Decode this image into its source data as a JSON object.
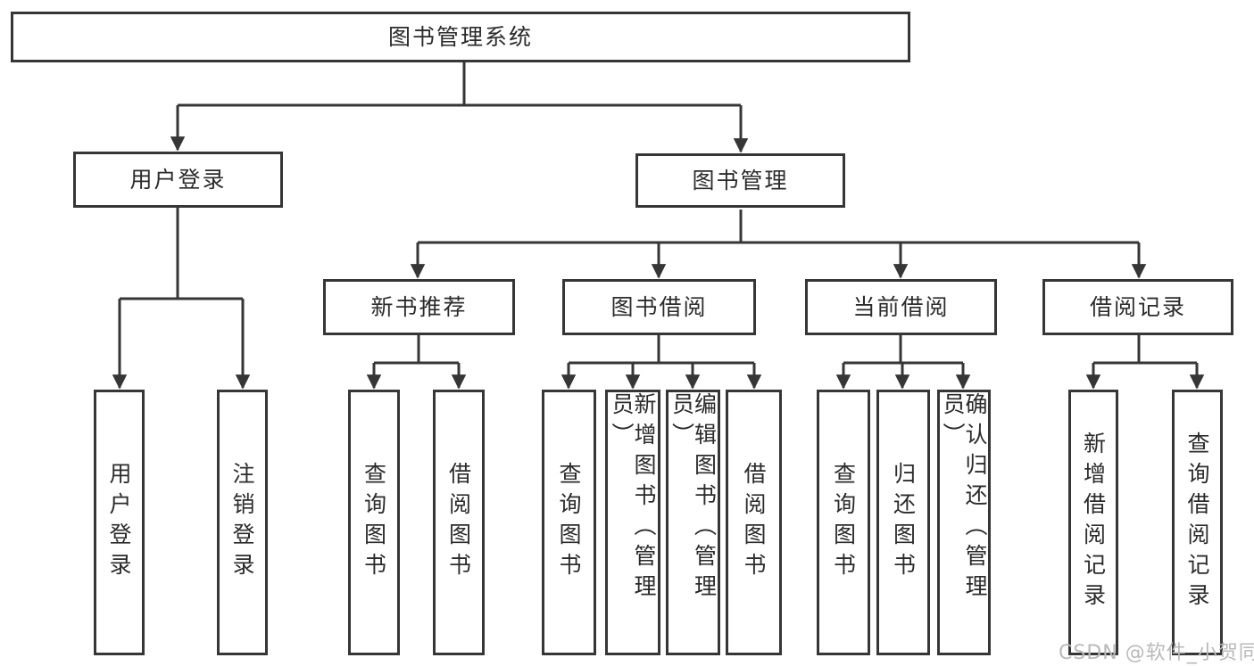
{
  "colors": {
    "line": "#363636",
    "text": "#2b2b2b",
    "watermark": "#b9b9b9",
    "background": "#ffffff"
  },
  "root": {
    "label": "图书管理系统"
  },
  "level1": [
    {
      "label": "用户登录"
    },
    {
      "label": "图书管理"
    }
  ],
  "level2": [
    {
      "label": "新书推荐"
    },
    {
      "label": "图书借阅"
    },
    {
      "label": "当前借阅"
    },
    {
      "label": "借阅记录"
    }
  ],
  "leaves": [
    {
      "label": "用户登录"
    },
    {
      "label": "注销登录"
    },
    {
      "label": "查询图书"
    },
    {
      "label": "借阅图书"
    },
    {
      "label": "查询图书"
    },
    {
      "label": "新增图书（管理员）"
    },
    {
      "label": "编辑图书（管理员）"
    },
    {
      "label": "借阅图书"
    },
    {
      "label": "查询图书"
    },
    {
      "label": "归还图书"
    },
    {
      "label": "确认归还（管理员）"
    },
    {
      "label": "新增借阅记录"
    },
    {
      "label": "查询借阅记录"
    }
  ],
  "watermark": {
    "text": "CSDN @软件_小贺同学"
  }
}
